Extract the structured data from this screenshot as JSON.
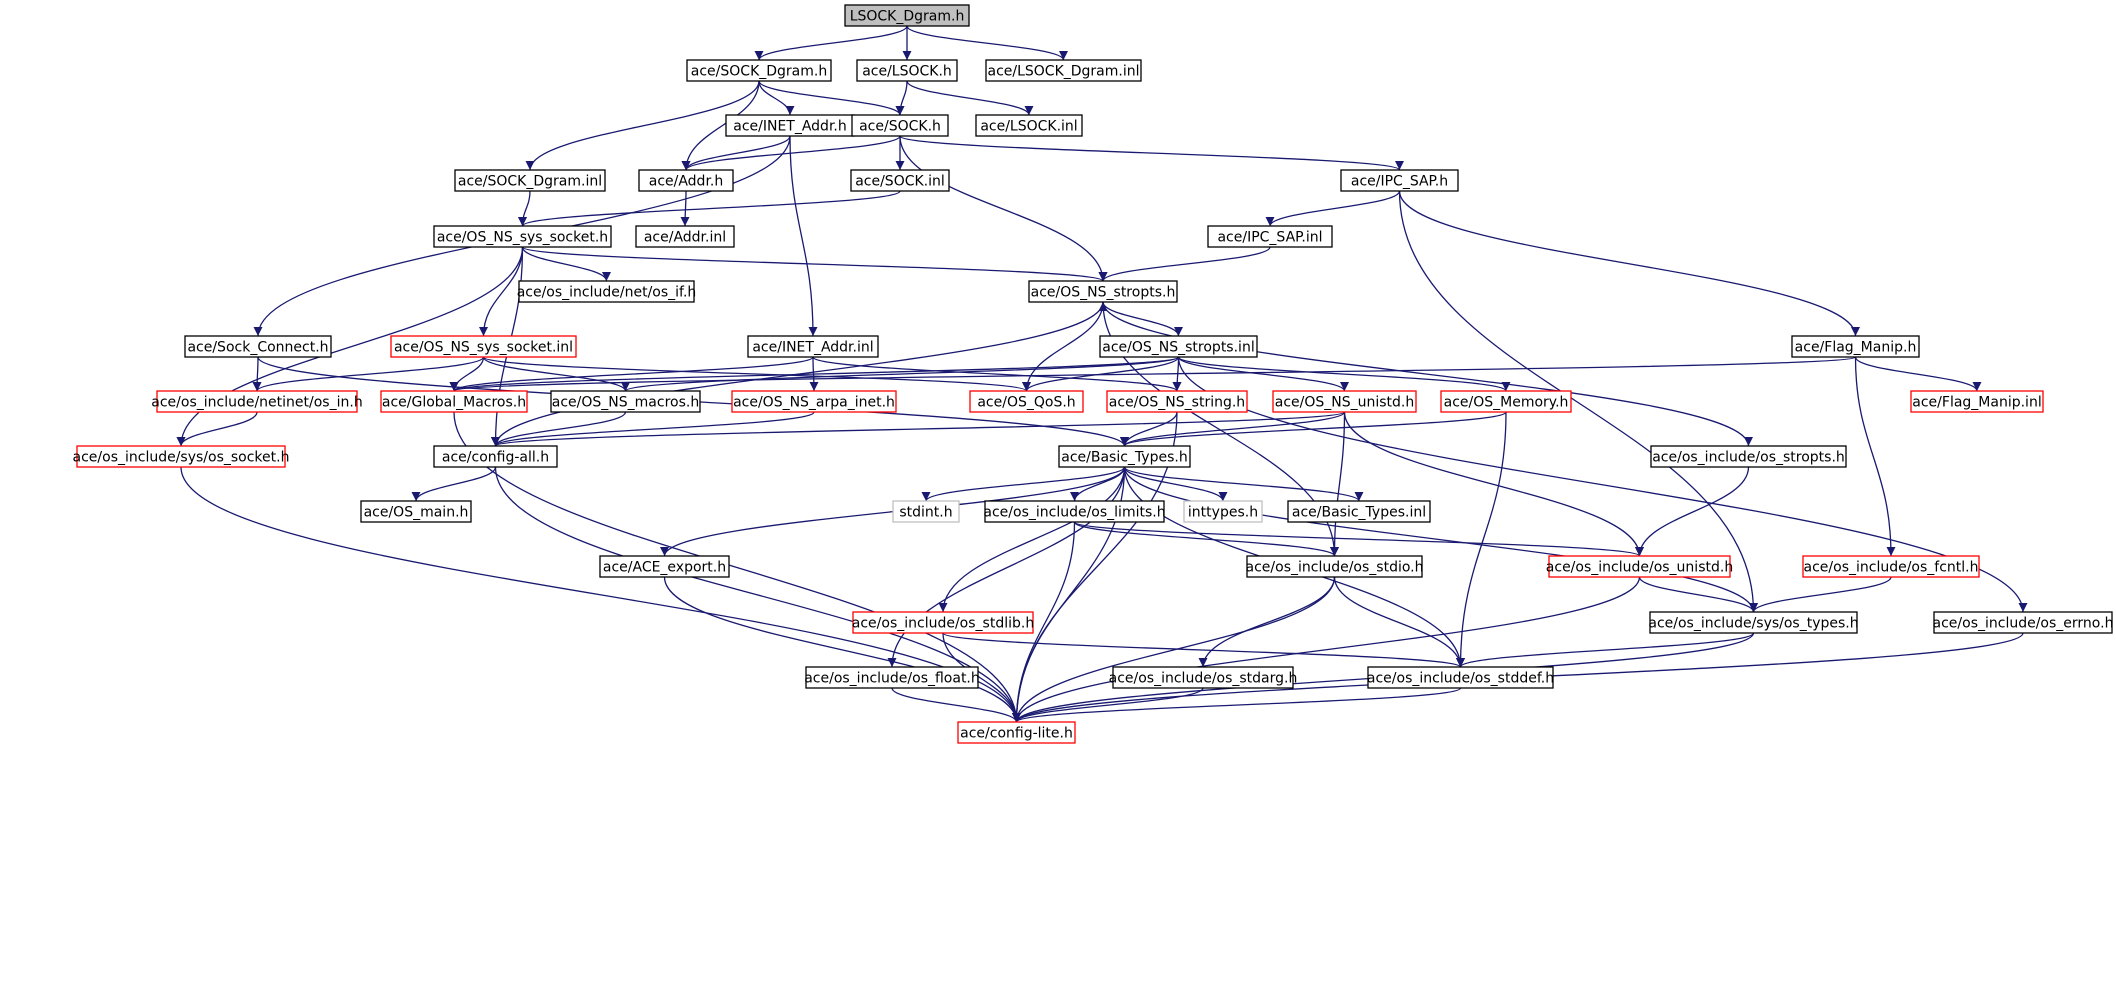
{
  "colors": {
    "edge": "#191970",
    "node_border_default": "#000000",
    "node_border_incomplete": "#ff0000",
    "node_border_external": "#bfbfbf",
    "root_fill": "#bfbfbf",
    "node_fill": "#ffffff"
  },
  "nodes": [
    {
      "id": "n_root",
      "label": "LSOCK_Dgram.h",
      "kind": "root"
    },
    {
      "id": "n_sock_dgram_h",
      "label": "ace/SOCK_Dgram.h",
      "kind": "normal"
    },
    {
      "id": "n_lsock_h",
      "label": "ace/LSOCK.h",
      "kind": "normal"
    },
    {
      "id": "n_lsock_dgram_inl",
      "label": "ace/LSOCK_Dgram.inl",
      "kind": "normal"
    },
    {
      "id": "n_inet_addr_h",
      "label": "ace/INET_Addr.h",
      "kind": "normal"
    },
    {
      "id": "n_sock_h",
      "label": "ace/SOCK.h",
      "kind": "normal"
    },
    {
      "id": "n_lsock_inl",
      "label": "ace/LSOCK.inl",
      "kind": "normal"
    },
    {
      "id": "n_sock_dgram_inl",
      "label": "ace/SOCK_Dgram.inl",
      "kind": "normal"
    },
    {
      "id": "n_addr_h",
      "label": "ace/Addr.h",
      "kind": "normal"
    },
    {
      "id": "n_sock_inl",
      "label": "ace/SOCK.inl",
      "kind": "normal"
    },
    {
      "id": "n_ipc_sap_h",
      "label": "ace/IPC_SAP.h",
      "kind": "normal"
    },
    {
      "id": "n_os_ns_sys_socket_h",
      "label": "ace/OS_NS_sys_socket.h",
      "kind": "normal"
    },
    {
      "id": "n_addr_inl",
      "label": "ace/Addr.inl",
      "kind": "normal"
    },
    {
      "id": "n_ipc_sap_inl",
      "label": "ace/IPC_SAP.inl",
      "kind": "normal"
    },
    {
      "id": "n_os_if_h",
      "label": "ace/os_include/net/os_if.h",
      "kind": "normal"
    },
    {
      "id": "n_os_ns_stropts_h",
      "label": "ace/OS_NS_stropts.h",
      "kind": "normal"
    },
    {
      "id": "n_sock_connect_h",
      "label": "ace/Sock_Connect.h",
      "kind": "normal"
    },
    {
      "id": "n_os_ns_sys_socket_inl",
      "label": "ace/OS_NS_sys_socket.inl",
      "kind": "incomplete"
    },
    {
      "id": "n_inet_addr_inl",
      "label": "ace/INET_Addr.inl",
      "kind": "normal"
    },
    {
      "id": "n_os_ns_stropts_inl",
      "label": "ace/OS_NS_stropts.inl",
      "kind": "normal"
    },
    {
      "id": "n_flag_manip_h",
      "label": "ace/Flag_Manip.h",
      "kind": "normal"
    },
    {
      "id": "n_os_in_h",
      "label": "ace/os_include/netinet/os_in.h",
      "kind": "incomplete"
    },
    {
      "id": "n_global_macros_h",
      "label": "ace/Global_Macros.h",
      "kind": "incomplete"
    },
    {
      "id": "n_os_ns_macros_h",
      "label": "ace/OS_NS_macros.h",
      "kind": "normal"
    },
    {
      "id": "n_os_ns_arpa_inet_h",
      "label": "ace/OS_NS_arpa_inet.h",
      "kind": "incomplete"
    },
    {
      "id": "n_os_qos_h",
      "label": "ace/OS_QoS.h",
      "kind": "incomplete"
    },
    {
      "id": "n_os_ns_string_h",
      "label": "ace/OS_NS_string.h",
      "kind": "incomplete"
    },
    {
      "id": "n_os_ns_unistd_h",
      "label": "ace/OS_NS_unistd.h",
      "kind": "incomplete"
    },
    {
      "id": "n_os_memory_h",
      "label": "ace/OS_Memory.h",
      "kind": "incomplete"
    },
    {
      "id": "n_flag_manip_inl",
      "label": "ace/Flag_Manip.inl",
      "kind": "incomplete"
    },
    {
      "id": "n_os_socket_h",
      "label": "ace/os_include/sys/os_socket.h",
      "kind": "incomplete"
    },
    {
      "id": "n_config_all_h",
      "label": "ace/config-all.h",
      "kind": "normal"
    },
    {
      "id": "n_basic_types_h",
      "label": "ace/Basic_Types.h",
      "kind": "normal"
    },
    {
      "id": "n_os_stropts_h",
      "label": "ace/os_include/os_stropts.h",
      "kind": "normal"
    },
    {
      "id": "n_os_main_h",
      "label": "ace/OS_main.h",
      "kind": "normal"
    },
    {
      "id": "n_stdint_h",
      "label": "stdint.h",
      "kind": "external"
    },
    {
      "id": "n_os_limits_h",
      "label": "ace/os_include/os_limits.h",
      "kind": "normal"
    },
    {
      "id": "n_inttypes_h",
      "label": "inttypes.h",
      "kind": "external"
    },
    {
      "id": "n_basic_types_inl",
      "label": "ace/Basic_Types.inl",
      "kind": "normal"
    },
    {
      "id": "n_ace_export_h",
      "label": "ace/ACE_export.h",
      "kind": "normal"
    },
    {
      "id": "n_os_stdio_h",
      "label": "ace/os_include/os_stdio.h",
      "kind": "normal"
    },
    {
      "id": "n_os_unistd_h",
      "label": "ace/os_include/os_unistd.h",
      "kind": "incomplete"
    },
    {
      "id": "n_os_fcntl_h",
      "label": "ace/os_include/os_fcntl.h",
      "kind": "incomplete"
    },
    {
      "id": "n_os_stdlib_h",
      "label": "ace/os_include/os_stdlib.h",
      "kind": "incomplete"
    },
    {
      "id": "n_os_types_h",
      "label": "ace/os_include/sys/os_types.h",
      "kind": "normal"
    },
    {
      "id": "n_os_errno_h",
      "label": "ace/os_include/os_errno.h",
      "kind": "normal"
    },
    {
      "id": "n_os_float_h",
      "label": "ace/os_include/os_float.h",
      "kind": "normal"
    },
    {
      "id": "n_os_stdarg_h",
      "label": "ace/os_include/os_stdarg.h",
      "kind": "normal"
    },
    {
      "id": "n_os_stddef_h",
      "label": "ace/os_include/os_stddef.h",
      "kind": "normal"
    },
    {
      "id": "n_config_lite_h",
      "label": "ace/config-lite.h",
      "kind": "incomplete"
    }
  ],
  "edges": [
    [
      "n_root",
      "n_sock_dgram_h"
    ],
    [
      "n_root",
      "n_lsock_h"
    ],
    [
      "n_root",
      "n_lsock_dgram_inl"
    ],
    [
      "n_sock_dgram_h",
      "n_inet_addr_h"
    ],
    [
      "n_sock_dgram_h",
      "n_sock_h"
    ],
    [
      "n_sock_dgram_h",
      "n_addr_h"
    ],
    [
      "n_sock_dgram_h",
      "n_sock_dgram_inl"
    ],
    [
      "n_lsock_h",
      "n_sock_h"
    ],
    [
      "n_lsock_h",
      "n_lsock_inl"
    ],
    [
      "n_inet_addr_h",
      "n_addr_h"
    ],
    [
      "n_inet_addr_h",
      "n_inet_addr_inl"
    ],
    [
      "n_inet_addr_h",
      "n_sock_connect_h"
    ],
    [
      "n_sock_h",
      "n_addr_h"
    ],
    [
      "n_sock_h",
      "n_sock_inl"
    ],
    [
      "n_sock_h",
      "n_ipc_sap_h"
    ],
    [
      "n_sock_h",
      "n_os_ns_stropts_h"
    ],
    [
      "n_addr_h",
      "n_addr_inl"
    ],
    [
      "n_sock_dgram_inl",
      "n_os_ns_sys_socket_h"
    ],
    [
      "n_sock_inl",
      "n_os_ns_sys_socket_h"
    ],
    [
      "n_ipc_sap_h",
      "n_ipc_sap_inl"
    ],
    [
      "n_ipc_sap_h",
      "n_flag_manip_h"
    ],
    [
      "n_ipc_sap_h",
      "n_os_types_h"
    ],
    [
      "n_ipc_sap_inl",
      "n_os_ns_stropts_h"
    ],
    [
      "n_os_ns_sys_socket_h",
      "n_os_if_h"
    ],
    [
      "n_os_ns_sys_socket_h",
      "n_os_ns_stropts_h"
    ],
    [
      "n_os_ns_sys_socket_h",
      "n_os_ns_sys_socket_inl"
    ],
    [
      "n_os_ns_sys_socket_h",
      "n_os_socket_h"
    ],
    [
      "n_os_ns_sys_socket_h",
      "n_config_all_h"
    ],
    [
      "n_os_ns_stropts_h",
      "n_os_ns_stropts_inl"
    ],
    [
      "n_os_ns_stropts_h",
      "n_os_stropts_h"
    ],
    [
      "n_os_ns_stropts_h",
      "n_config_all_h"
    ],
    [
      "n_os_ns_stropts_h",
      "n_os_stdio_h"
    ],
    [
      "n_os_ns_stropts_inl",
      "n_os_qos_h"
    ],
    [
      "n_os_ns_stropts_inl",
      "n_os_ns_string_h"
    ],
    [
      "n_os_ns_stropts_inl",
      "n_os_ns_unistd_h"
    ],
    [
      "n_os_ns_stropts_inl",
      "n_os_memory_h"
    ],
    [
      "n_os_ns_stropts_inl",
      "n_os_ns_macros_h"
    ],
    [
      "n_os_ns_stropts_inl",
      "n_global_macros_h"
    ],
    [
      "n_os_ns_stropts_inl",
      "n_os_errno_h"
    ],
    [
      "n_os_qos_h",
      "n_os_ns_stropts_h"
    ],
    [
      "n_sock_connect_h",
      "n_os_in_h"
    ],
    [
      "n_sock_connect_h",
      "n_basic_types_h"
    ],
    [
      "n_os_ns_sys_socket_inl",
      "n_os_in_h"
    ],
    [
      "n_os_ns_sys_socket_inl",
      "n_global_macros_h"
    ],
    [
      "n_os_ns_sys_socket_inl",
      "n_os_ns_macros_h"
    ],
    [
      "n_os_ns_sys_socket_inl",
      "n_os_qos_h"
    ],
    [
      "n_inet_addr_inl",
      "n_global_macros_h"
    ],
    [
      "n_inet_addr_inl",
      "n_os_ns_arpa_inet_h"
    ],
    [
      "n_inet_addr_inl",
      "n_os_ns_string_h"
    ],
    [
      "n_flag_manip_h",
      "n_global_macros_h"
    ],
    [
      "n_flag_manip_h",
      "n_flag_manip_inl"
    ],
    [
      "n_flag_manip_h",
      "n_os_fcntl_h"
    ],
    [
      "n_os_in_h",
      "n_os_socket_h"
    ],
    [
      "n_global_macros_h",
      "n_config_lite_h"
    ],
    [
      "n_os_ns_macros_h",
      "n_config_all_h"
    ],
    [
      "n_os_ns_arpa_inet_h",
      "n_config_all_h"
    ],
    [
      "n_os_ns_string_h",
      "n_basic_types_h"
    ],
    [
      "n_os_ns_string_h",
      "n_config_lite_h"
    ],
    [
      "n_os_ns_unistd_h",
      "n_basic_types_h"
    ],
    [
      "n_os_ns_unistd_h",
      "n_config_all_h"
    ],
    [
      "n_os_ns_unistd_h",
      "n_os_unistd_h"
    ],
    [
      "n_os_ns_unistd_h",
      "n_os_stdio_h"
    ],
    [
      "n_os_memory_h",
      "n_basic_types_h"
    ],
    [
      "n_os_memory_h",
      "n_os_stddef_h"
    ],
    [
      "n_os_socket_h",
      "n_config_lite_h"
    ],
    [
      "n_config_all_h",
      "n_os_main_h"
    ],
    [
      "n_config_all_h",
      "n_config_lite_h"
    ],
    [
      "n_basic_types_h",
      "n_stdint_h"
    ],
    [
      "n_basic_types_h",
      "n_os_limits_h"
    ],
    [
      "n_basic_types_h",
      "n_inttypes_h"
    ],
    [
      "n_basic_types_h",
      "n_basic_types_inl"
    ],
    [
      "n_basic_types_h",
      "n_ace_export_h"
    ],
    [
      "n_basic_types_h",
      "n_os_stdlib_h"
    ],
    [
      "n_basic_types_h",
      "n_os_float_h"
    ],
    [
      "n_basic_types_h",
      "n_os_types_h"
    ],
    [
      "n_basic_types_h",
      "n_os_stddef_h"
    ],
    [
      "n_basic_types_h",
      "n_config_lite_h"
    ],
    [
      "n_os_stropts_h",
      "n_os_unistd_h"
    ],
    [
      "n_os_limits_h",
      "n_os_unistd_h"
    ],
    [
      "n_os_limits_h",
      "n_os_stdio_h"
    ],
    [
      "n_os_limits_h",
      "n_config_lite_h"
    ],
    [
      "n_ace_export_h",
      "n_config_lite_h"
    ],
    [
      "n_os_stdio_h",
      "n_os_stdarg_h"
    ],
    [
      "n_os_stdio_h",
      "n_os_stddef_h"
    ],
    [
      "n_os_stdio_h",
      "n_config_lite_h"
    ],
    [
      "n_os_unistd_h",
      "n_os_types_h"
    ],
    [
      "n_os_unistd_h",
      "n_config_lite_h"
    ],
    [
      "n_os_fcntl_h",
      "n_os_types_h"
    ],
    [
      "n_os_stdlib_h",
      "n_os_stddef_h"
    ],
    [
      "n_os_stdlib_h",
      "n_config_lite_h"
    ],
    [
      "n_os_types_h",
      "n_os_stddef_h"
    ],
    [
      "n_os_types_h",
      "n_config_lite_h"
    ],
    [
      "n_os_errno_h",
      "n_config_lite_h"
    ],
    [
      "n_os_float_h",
      "n_config_lite_h"
    ],
    [
      "n_os_stdarg_h",
      "n_config_lite_h"
    ],
    [
      "n_os_stddef_h",
      "n_config_lite_h"
    ]
  ]
}
